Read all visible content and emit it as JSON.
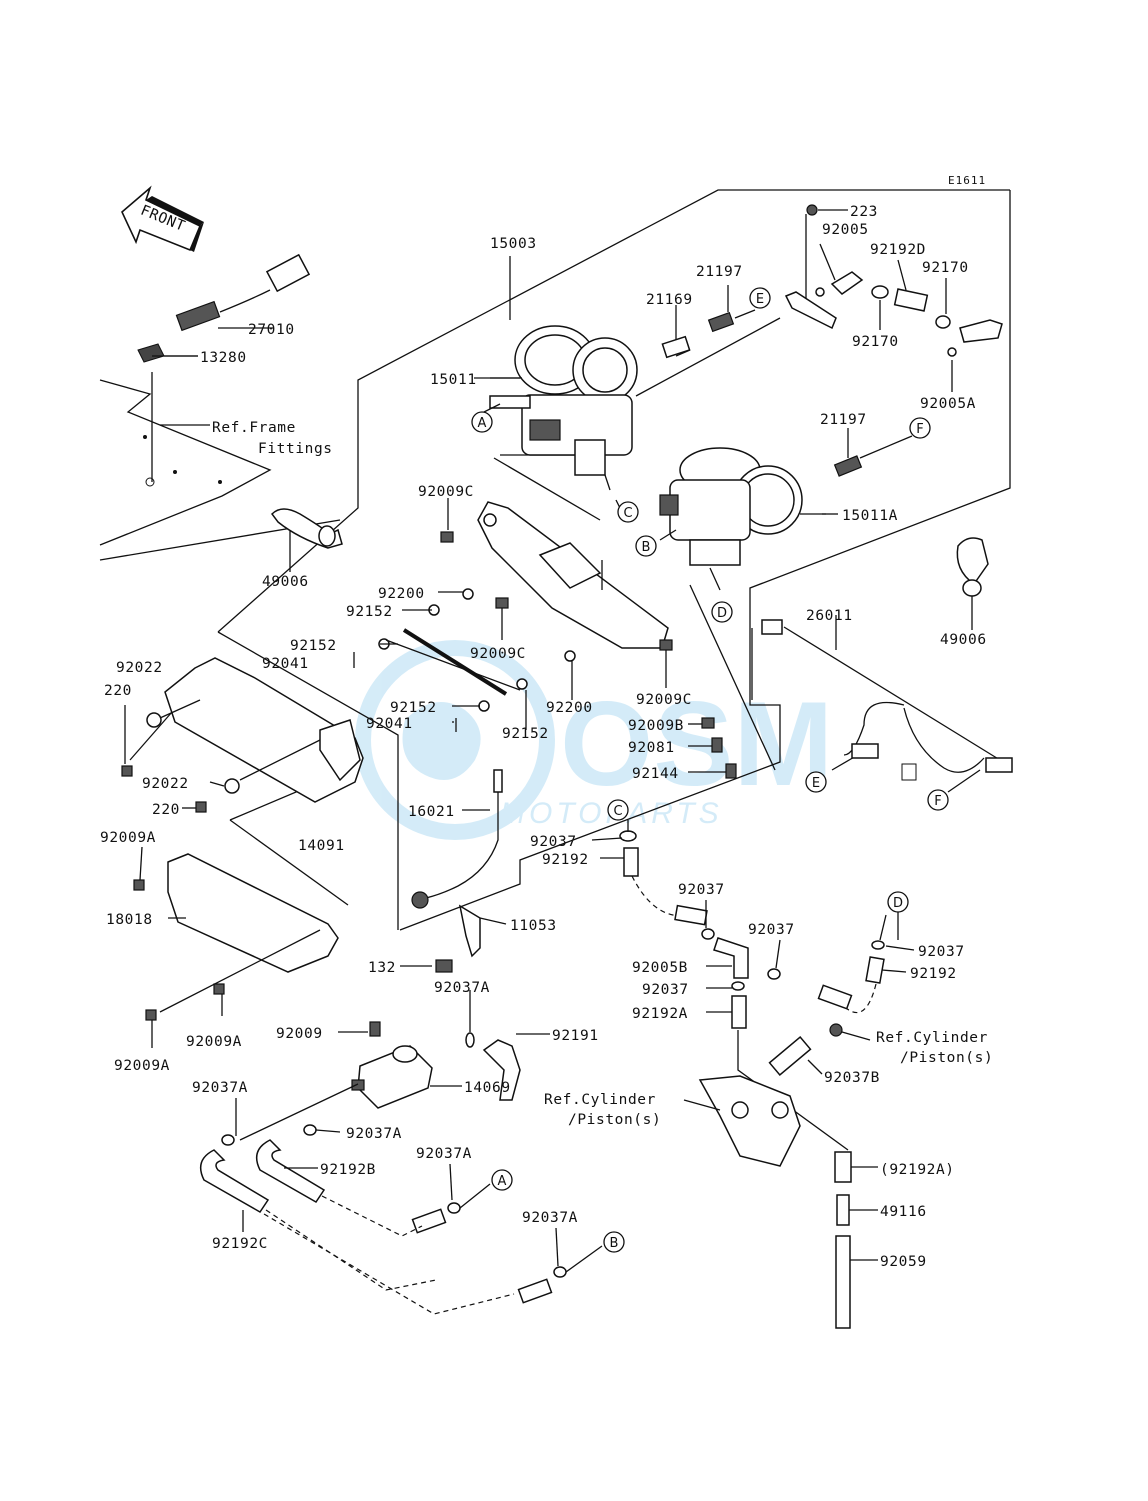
{
  "header": {
    "diagram_code": "E1611"
  },
  "front_label": "FRONT",
  "watermark": {
    "brand": "OSM",
    "subtitle": "MOTOPARTS"
  },
  "labels": {
    "p15003": "15003",
    "p223": "223",
    "p92005": "92005",
    "p92192D": "92192D",
    "p92170a": "92170",
    "p21197a": "21197",
    "p21169": "21169",
    "p92170b": "92170",
    "p27010": "27010",
    "p13280": "13280",
    "p15011": "15011",
    "ref_frame_1": "Ref.Frame",
    "ref_frame_2": "Fittings",
    "p92005A": "92005A",
    "p21197b": "21197",
    "p92009C_a": "92009C",
    "p15011A": "15011A",
    "p49006a": "49006",
    "p92200a": "92200",
    "p92152a": "92152",
    "p26011": "26011",
    "p49006b": "49006",
    "p92152b": "92152",
    "p92041a": "92041",
    "p92009C_b": "92009C",
    "p92022a": "92022",
    "p220a": "220",
    "p92009C_c": "92009C",
    "p92152c": "92152",
    "p92200b": "92200",
    "p92041b": "92041",
    "p92152d": "92152",
    "p92009B": "92009B",
    "p92081": "92081",
    "p92022b": "92022",
    "p92144": "92144",
    "p220b": "220",
    "p14091": "14091",
    "p16021": "16021",
    "p92037a": "92037",
    "p92009A_a": "92009A",
    "p92192a": "92192",
    "p92037b": "92037",
    "p18018": "18018",
    "p11053": "11053",
    "p92037c": "92037",
    "p92037d": "92037",
    "p132": "132",
    "p92005B": "92005B",
    "p92192b": "92192",
    "p92037e": "92037",
    "p92037A_a": "92037A",
    "p92192A": "92192A",
    "p92009A_b": "92009A",
    "p92009": "92009",
    "p92191": "92191",
    "ref_cyl_a1": "Ref.Cylinder",
    "ref_cyl_a2": "/Piston(s)",
    "p92009A_c": "92009A",
    "p14069": "14069",
    "p92037B": "92037B",
    "p92037A_b": "92037A",
    "ref_cyl_b1": "Ref.Cylinder",
    "ref_cyl_b2": "/Piston(s)",
    "p92037A_c": "92037A",
    "p92037A_d": "92037A",
    "p92192A_paren": "(92192A)",
    "p92192B": "92192B",
    "p49116": "49116",
    "p92192C": "92192C",
    "p92037A_e": "92037A",
    "p92059": "92059"
  },
  "callouts": {
    "A": "A",
    "B": "B",
    "C": "C",
    "D": "D",
    "E": "E",
    "F": "F"
  }
}
